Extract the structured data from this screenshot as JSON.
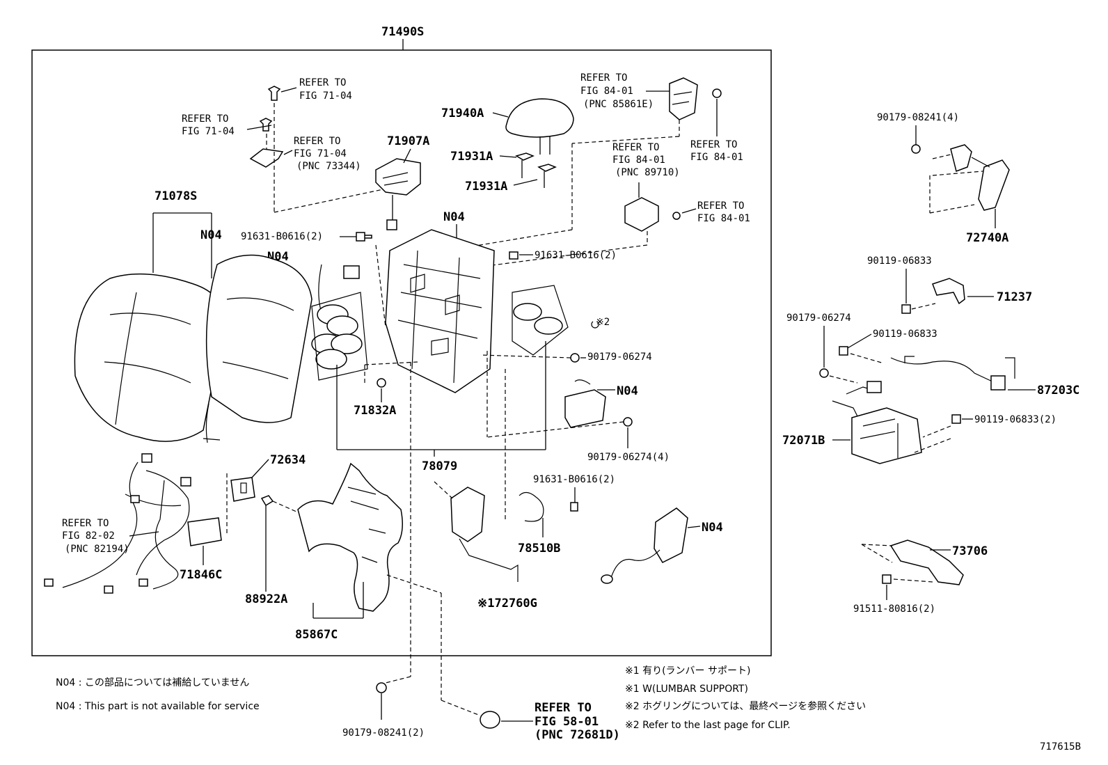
{
  "assembly": "71490S",
  "figure_id": "717615B",
  "refer": {
    "fig7104_a": [
      "REFER TO",
      "FIG 71-04"
    ],
    "fig7104_b": [
      "REFER TO",
      "FIG 71-04"
    ],
    "fig7104_c": [
      "REFER TO",
      "FIG 71-04",
      "(PNC 73344)"
    ],
    "fig8401_a": [
      "REFER TO",
      "FIG 84-01",
      "(PNC 85861E)"
    ],
    "fig8401_b": [
      "REFER TO",
      "FIG 84-01"
    ],
    "fig8401_c": [
      "REFER TO",
      "FIG 84-01",
      "(PNC 89710)"
    ],
    "fig8401_d": [
      "REFER TO",
      "FIG 84-01"
    ],
    "fig8202": [
      "REFER TO",
      "FIG 82-02",
      "(PNC 82194)"
    ],
    "fig5801": [
      "REFER TO",
      "FIG 58-01",
      "(PNC 72681D)"
    ]
  },
  "parts": {
    "p71940A": "71940A",
    "p71907A": "71907A",
    "p71931A_1": "71931A",
    "p71931A_2": "71931A",
    "p71078S": "71078S",
    "n04_a": "N04",
    "n04_b": "N04",
    "n04_c": "N04",
    "n04_d": "N04",
    "n04_e": "N04",
    "b91631_a": "91631-B0616(2)",
    "b91631_b": "91631-B0616(2)",
    "b91631_c": "91631-B0616(2)",
    "clip2": "※2",
    "n90179_06274_a": "90179-06274",
    "n90179_06274_4": "90179-06274(4)",
    "p71832A": "71832A",
    "p78079": "78079",
    "p72634": "72634",
    "p71846C": "71846C",
    "p88922A": "88922A",
    "p85867C": "85867C",
    "p78510B": "78510B",
    "p72760G": "※172760G",
    "n90179_08241_2": "90179-08241(2)",
    "n90179_08241_4": "90179-08241(4)",
    "p72740A": "72740A",
    "n90119_06833_a": "90119-06833",
    "p71237": "71237",
    "n90179_06274_r": "90179-06274",
    "n90119_06833_b": "90119-06833",
    "p87203C": "87203C",
    "p72071B": "72071B",
    "n90119_06833_2": "90119-06833(2)",
    "p73706": "73706",
    "n91511_80816_2": "91511-80816(2)"
  },
  "notes": {
    "n04_jp": "N04 : この部品については補給していません",
    "n04_en": "N04 : This part is not available for service",
    "lumbar_jp": "※1  有り(ランバー  サポート)",
    "lumbar_en": "※1  W(LUMBAR SUPPORT)",
    "clip_jp": "※2  ホグリングについては、最終ページを参照ください",
    "clip_en": "※2  Refer to the last page for CLIP."
  }
}
